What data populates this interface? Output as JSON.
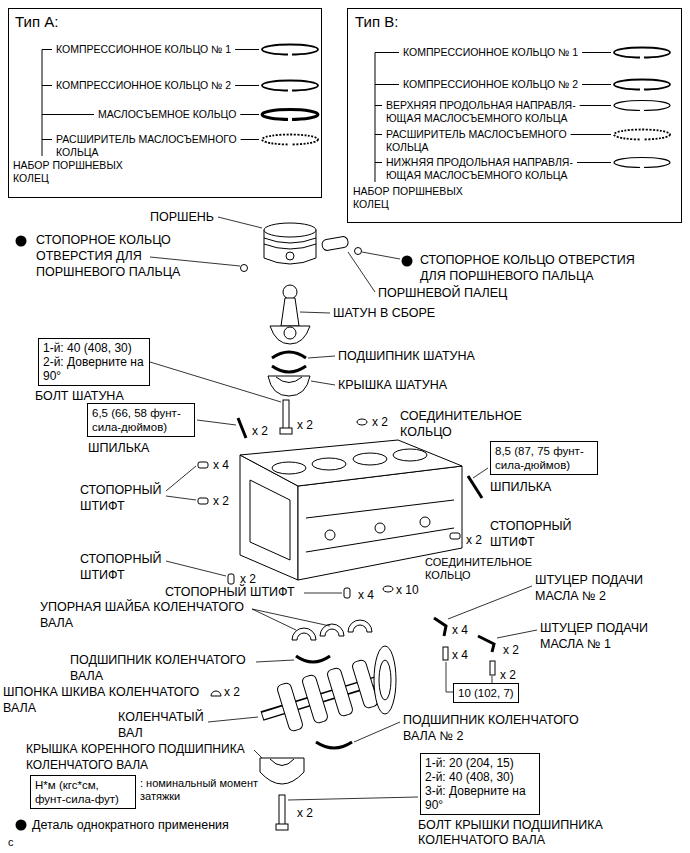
{
  "diagram": {
    "nodes": [
      {
        "text": [
          "Тип A:",
          "КОМПРЕССИОННОЕ КОЛЬЦО № 1",
          "КОМПРЕССИОННОЕ КОЛЬЦО № 2",
          "МАСЛОСЪЕМНОЕ КОЛЬЦО",
          "РАСШИРИТЕЛЬ МАСЛОСЪЕМНОГО КОЛЬЦА",
          "НАБОР ПОРШНЕВЫХ КОЛЕЦ"
        ]
      },
      {
        "text": [
          "Тип B:",
          "КОМПРЕССИОННОЕ КОЛЬЦО № 1",
          "КОМПРЕССИОННОЕ КОЛЬЦО № 2",
          "ВЕРХНЯЯ ПРОДОЛЬНАЯ НАПРАВЛЯ- ЮЩАЯ МАСЛОСЪЕМНОГО КОЛЬЦА",
          "РАСШИРИТЕЛЬ МАСЛОСЪЕМНОГО КОЛЬЦА",
          "НИЖНЯЯ ПРОДОЛЬНАЯ НАПРАВЛЯ- ЮЩАЯ МАСЛОСЪЕМНОГО КОЛЬЦА",
          "НАБОР ПОРШНЕВЫХ КОЛЕЦ"
        ]
      },
      {
        "text": [
          "1-й: 40 (408, 30)",
          "2-й: Доверните на 90°"
        ]
      },
      {
        "text": [
          "6,5 (66, 58 фунт-сила-дюймов)"
        ]
      },
      {
        "text": [
          "8,5 (87, 75 фунт-сила-дюймов)"
        ]
      },
      {
        "text": [
          "10 (102, 7)"
        ]
      },
      {
        "text": [
          "1-й: 20 (204, 15)",
          "2-й: 40 (408, 30)",
          "3-й: Доверните на 90°"
        ]
      },
      {
        "text": [
          "Н*м (кгс*см, фунт-сила-фут)"
        ]
      }
    ],
    "labels": [
      "ПОРШЕНЬ",
      "СТОПОРНОЕ КОЛЬЦО ОТВЕРСТИЯ ДЛЯ ПОРШНЕВОГО ПАЛЬЦА",
      "СТОПОРНОЕ КОЛЬЦО ОТВЕРСТИЯ ДЛЯ ПОРШНЕВОГО ПАЛЬЦА",
      "ПОРШНЕВОЙ ПАЛЕЦ",
      "ШАТУН В СБОРЕ",
      "БОЛТ ШАТУНА",
      "ПОДШИПНИК ШАТУНА",
      "КРЫШКА ШАТУНА",
      "x 2",
      "ШПИЛЬКА",
      "x 2",
      "x 2",
      "СОЕДИНИТЕЛЬНОЕ КОЛЬЦО",
      "ШПИЛЬКА",
      "x 4",
      "СТОПОРНЫЙ ШТИФТ",
      "x 2",
      "СТОПОРНЫЙ ШТИФТ",
      "x 2",
      "СТОПОРНЫЙ ШТИФТ",
      "x 2",
      "СТОПОРНЫЙ ШТИФТ",
      "x 4",
      "СОЕДИНИТЕЛЬНОЕ КОЛЬЦО",
      "x 10",
      "ШТУЦЕР ПОДАЧИ МАСЛА № 2",
      "УПОРНАЯ ШАЙБА КОЛЕНЧАТОГО ВАЛА",
      "ШТУЦЕР ПОДАЧИ МАСЛА № 1",
      "x 4",
      "x 2",
      "x 4",
      "ПОДШИПНИК КОЛЕНЧАТОГО ВАЛА",
      "ШПОНКА ШКИВА КОЛЕНЧАТОГО ВАЛА",
      "x 2",
      "x 2",
      "КОЛЕНЧАТЫЙ ВАЛ",
      "ПОДШИПНИК КОЛЕНЧАТОГО ВАЛА № 2",
      "КРЫШКА КОРЕННОГО ПОДШИПНИКА КОЛЕНЧАТОГО ВАЛА",
      "x 2",
      "БОЛТ КРЫШКИ ПОДШИПНИКА КОЛЕНЧАТОГО ВАЛА",
      "c"
    ],
    "legend": [
      {
        "text": ": номинальный момент затяжки"
      },
      {
        "text": "Деталь однократного применения"
      }
    ]
  }
}
